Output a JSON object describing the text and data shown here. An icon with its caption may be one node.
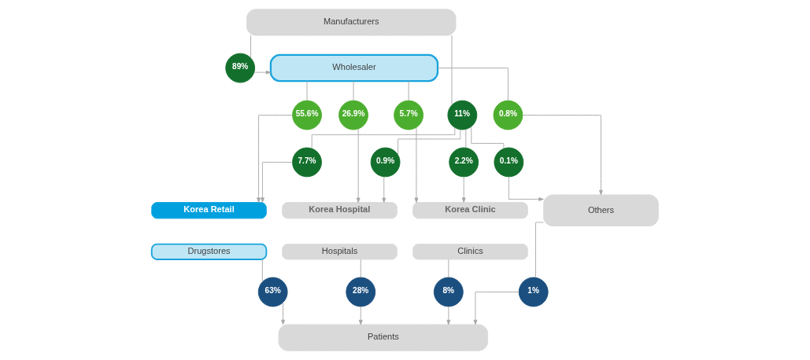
{
  "diagram": {
    "nodes": [
      {
        "text": [
          "Manufacturers"
        ]
      },
      {
        "text": [
          "Wholesaler"
        ]
      },
      {
        "text": [
          "89%"
        ]
      },
      {
        "text": [
          "11%"
        ]
      },
      {
        "text": [
          "7.7%"
        ]
      },
      {
        "text": [
          "0.9%"
        ]
      },
      {
        "text": [
          "2.2%"
        ]
      },
      {
        "text": [
          "0.1%"
        ]
      },
      {
        "text": [
          "55.6%"
        ]
      },
      {
        "text": [
          "26.9%"
        ]
      },
      {
        "text": [
          "5.7%"
        ]
      },
      {
        "text": [
          "0.8%"
        ]
      },
      {
        "text": [
          "Korea Retail"
        ]
      },
      {
        "text": [
          "Drugstores"
        ]
      },
      {
        "text": [
          "Korea Hospital"
        ]
      },
      {
        "text": [
          "Hospitals"
        ]
      },
      {
        "text": [
          "Korea Clinic"
        ]
      },
      {
        "text": [
          "Clinics"
        ]
      },
      {
        "text": [
          "Others"
        ]
      },
      {
        "text": [
          "63%"
        ]
      },
      {
        "text": [
          "28%"
        ]
      },
      {
        "text": [
          "8%"
        ]
      },
      {
        "text": [
          "1%"
        ]
      },
      {
        "text": [
          "Patients"
        ]
      }
    ],
    "edges": [
      {
        "from": 0,
        "to": 2,
        "arrow": "none"
      },
      {
        "from": 2,
        "to": 1,
        "arrow": "to"
      },
      {
        "from": 0,
        "to": 3,
        "arrow": "none"
      },
      {
        "from": 3,
        "to": 4,
        "arrow": "none"
      },
      {
        "from": 3,
        "to": 5,
        "arrow": "none"
      },
      {
        "from": 3,
        "to": 6,
        "arrow": "none"
      },
      {
        "from": 3,
        "to": 7,
        "arrow": "none"
      },
      {
        "from": 1,
        "to": 8,
        "arrow": "none"
      },
      {
        "from": 1,
        "to": 9,
        "arrow": "none"
      },
      {
        "from": 1,
        "to": 10,
        "arrow": "none"
      },
      {
        "from": 1,
        "to": 11,
        "arrow": "none"
      },
      {
        "from": 8,
        "to": 12,
        "arrow": "to"
      },
      {
        "from": 4,
        "to": 12,
        "arrow": "to"
      },
      {
        "from": 9,
        "to": 14,
        "arrow": "to"
      },
      {
        "from": 5,
        "to": 14,
        "arrow": "to"
      },
      {
        "from": 10,
        "to": 16,
        "arrow": "to"
      },
      {
        "from": 6,
        "to": 16,
        "arrow": "to"
      },
      {
        "from": 11,
        "to": 18,
        "arrow": "to"
      },
      {
        "from": 7,
        "to": 18,
        "arrow": "to"
      },
      {
        "from": 13,
        "to": 19,
        "arrow": "none"
      },
      {
        "from": 15,
        "to": 20,
        "arrow": "none"
      },
      {
        "from": 17,
        "to": 21,
        "arrow": "none"
      },
      {
        "from": 18,
        "to": 22,
        "arrow": "none"
      },
      {
        "from": 19,
        "to": 23,
        "arrow": "to"
      },
      {
        "from": 20,
        "to": 23,
        "arrow": "to"
      },
      {
        "from": 21,
        "to": 23,
        "arrow": "to"
      },
      {
        "from": 22,
        "to": 23,
        "arrow": "to"
      }
    ]
  }
}
